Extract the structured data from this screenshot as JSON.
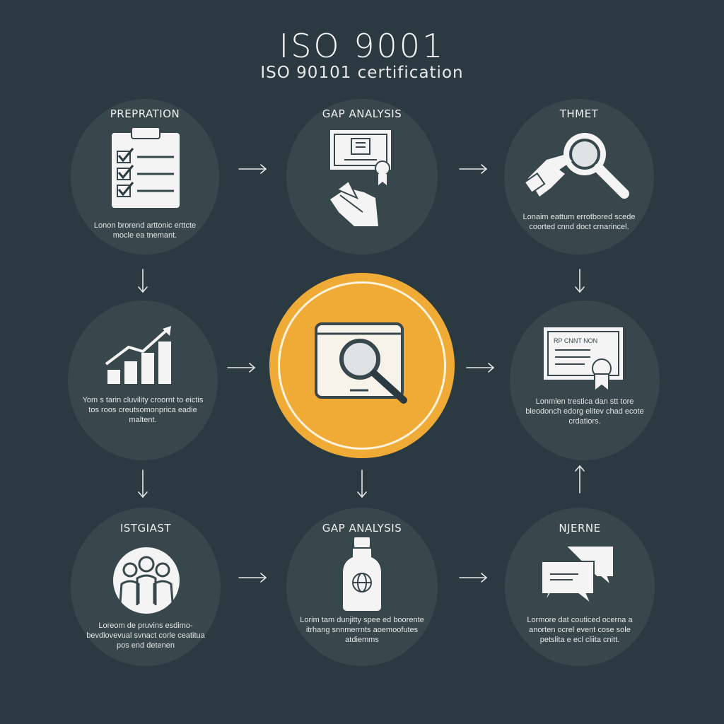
{
  "header": {
    "title": "ISO 9001",
    "subtitle": "ISO 90101 certification"
  },
  "nodes": {
    "preparation": {
      "label": "PREPRATION",
      "desc": "Lonon brorend arttonic erttcte mocle ea tnemant.",
      "icon": "checklist-icon"
    },
    "gap_analysis_top": {
      "label": "GAP ANALYSIS",
      "desc": "",
      "icon": "certificate-signing-icon"
    },
    "thmet": {
      "label": "THMET",
      "desc": "Lonaim eattum errotbored scede coorted cnnd doct crnarincel.",
      "icon": "magnifier-hand-icon"
    },
    "growth": {
      "label": "",
      "desc": "Yom s tarin cluvility croornt to eictis tos roos creutsomonprica eadie maltent.",
      "icon": "growth-chart-icon"
    },
    "certificate": {
      "label": "",
      "desc": "Lonmlen trestica dan stt tore bleodonch edorg elitev chad ecote crdatiors.",
      "icon": "certificate-icon",
      "certificate_text": "RP CNNT NON"
    },
    "istgiast": {
      "label": "ISTGIAST",
      "desc": "Loreom de pruvins esdimo- bevdlovevual svnact corle ceatitua pos end detenen",
      "icon": "team-icon"
    },
    "gap_analysis_bottom": {
      "label": "GAP ANALYSIS",
      "desc": "Lorim tam dunjitty spee ed boorente itrhang snnmerrnts aoemoofutes atdiemms",
      "icon": "bottle-globe-icon"
    },
    "njerne": {
      "label": "NJERNE",
      "desc": "Lormore dat couticed ocerna a anorten ocrel event cose sole petslita e ecl cliita cnitt.",
      "icon": "chat-bubbles-icon"
    }
  },
  "center": {
    "icon": "magnifier-screen-icon"
  },
  "colors": {
    "background": "#2b3a40",
    "node_fill": "#37474c",
    "accent": "#f0aa36",
    "text": "#f2f2f2"
  }
}
